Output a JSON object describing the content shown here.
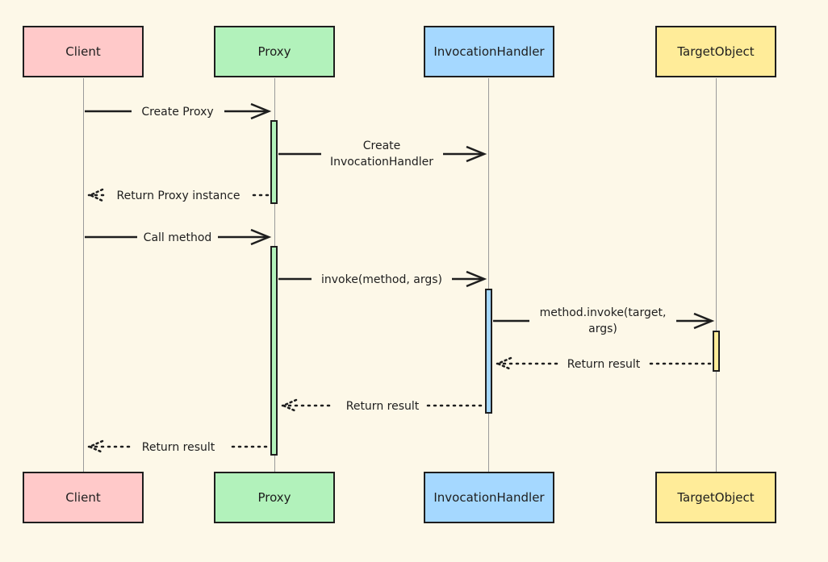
{
  "actors": [
    {
      "name": "Client",
      "color": "#ffc9c9"
    },
    {
      "name": "Proxy",
      "color": "#b2f2bb"
    },
    {
      "name": "InvocationHandler",
      "color": "#a5d8ff"
    },
    {
      "name": "TargetObject",
      "color": "#ffec99"
    }
  ],
  "messages": [
    {
      "from": "Client",
      "to": "Proxy",
      "label": "Create Proxy",
      "style": "solid"
    },
    {
      "from": "Proxy",
      "to": "InvocationHandler",
      "label": [
        "Create",
        "InvocationHandler"
      ],
      "style": "solid"
    },
    {
      "from": "Proxy",
      "to": "Client",
      "label": "Return Proxy instance",
      "style": "dotted"
    },
    {
      "from": "Client",
      "to": "Proxy",
      "label": "Call method",
      "style": "solid"
    },
    {
      "from": "Proxy",
      "to": "InvocationHandler",
      "label": "invoke(method, args)",
      "style": "solid"
    },
    {
      "from": "InvocationHandler",
      "to": "TargetObject",
      "label": [
        "method.invoke(target,",
        "args)"
      ],
      "style": "solid"
    },
    {
      "from": "TargetObject",
      "to": "InvocationHandler",
      "label": "Return result",
      "style": "dotted"
    },
    {
      "from": "InvocationHandler",
      "to": "Proxy",
      "label": "Return result",
      "style": "dotted"
    },
    {
      "from": "Proxy",
      "to": "Client",
      "label": "Return result",
      "style": "dotted"
    }
  ]
}
